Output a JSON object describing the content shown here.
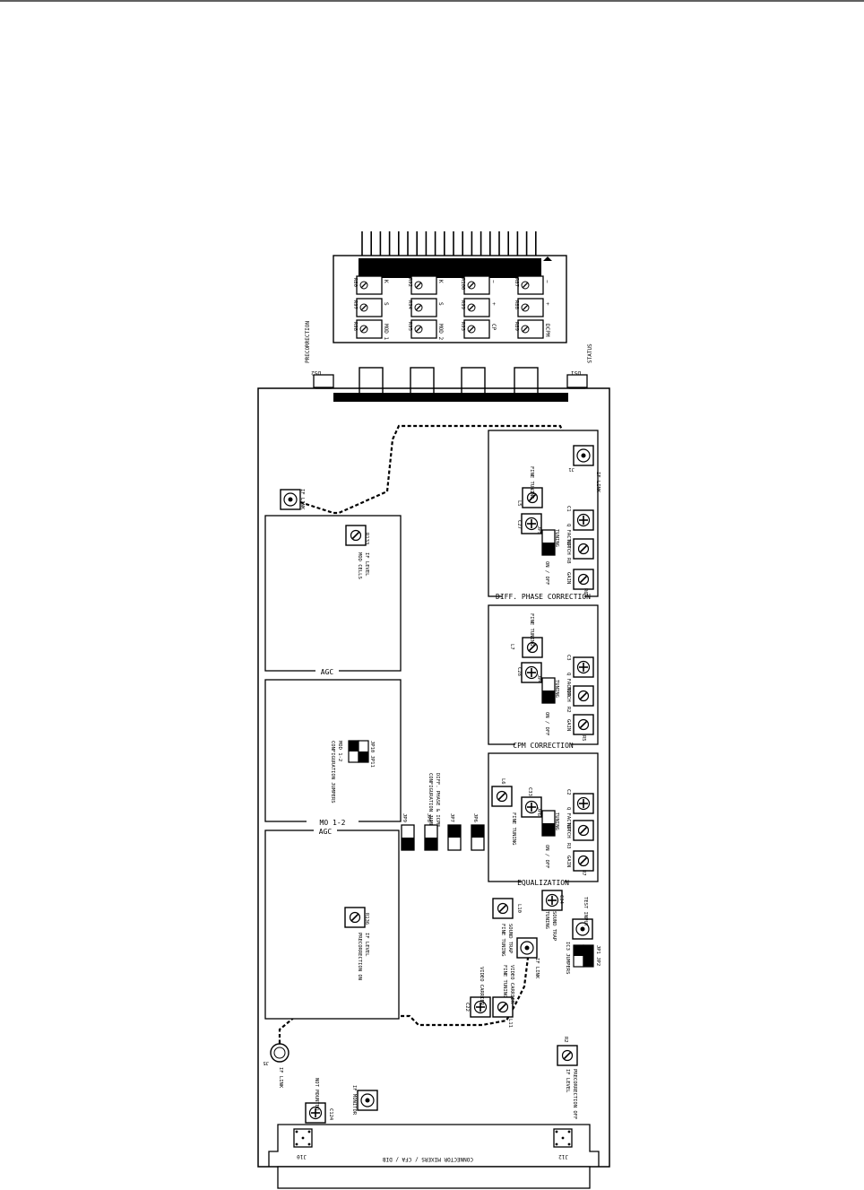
{
  "connector_labels": {
    "r_k1": "R80",
    "r_s1": "R97",
    "r_mod1": "R98",
    "lbl_k1": "K",
    "lbl_s1": "S",
    "lbl_mod1": "MOD 1",
    "r_k2": "R92",
    "r_s2": "R94",
    "r_mod2": "R95",
    "lbl_k2": "K",
    "lbl_s2": "S",
    "lbl_mod2": "MOD 2",
    "r_m3": "R100",
    "r_p3": "R99",
    "r_g3": "R93",
    "lbl_m3": "−",
    "lbl_p3": "+",
    "lbl_g3": "CP",
    "r_m4": "R87",
    "r_p4": "R88",
    "r_g4": "R89",
    "lbl_m4": "−",
    "lbl_p4": "+",
    "lbl_g4": "DCPM"
  },
  "leds": {
    "precorrection": "PRECORRECTION",
    "precorrection_ref": "DS2",
    "status": "STATUS",
    "status_ref": "DS1"
  },
  "sections": {
    "diff_phase": "DIFF. PHASE CORRECTION",
    "cpm": "CPM CORRECTION",
    "equalization": "EQUALIZATION",
    "agc_top": "AGC",
    "mod12": "MO 1-2",
    "agc_bottom": "AGC"
  },
  "diff_phase": {
    "j_ref": "J1",
    "if_link": "IF LINK",
    "l5": "L5",
    "fine_tuning": "FINE TUNING",
    "c1": "C1",
    "q_factor": "Q FACTOR",
    "c27": "C27",
    "tuning": "TUNING",
    "jp5": "JP5",
    "r8": "R8",
    "notch": "NOTCH",
    "on_off": "ON / OFF",
    "r6": "R6",
    "gain": "GAIN"
  },
  "cpm": {
    "l7": "L7",
    "fine_tuning": "FINE TUNING",
    "c3": "C3",
    "q_factor": "Q FACTOR",
    "c28": "C28",
    "tuning": "TUNING",
    "jp4": "JP4",
    "r2": "R2",
    "notch": "NOTCH",
    "on_off": "ON / OFF",
    "r5": "R5",
    "gain": "GAIN"
  },
  "equalization": {
    "l6": "L6",
    "fine_tuning": "FINE TUNING",
    "c2": "C2",
    "q_factor": "Q FACTOR",
    "c33": "C33",
    "tuning": "TUNING",
    "jp6": "JP6",
    "r3": "R3",
    "notch": "NOTCH",
    "on_off": "ON / OFF",
    "r7": "R7",
    "gain": "GAIN"
  },
  "agc_top": {
    "j_ref": "J4",
    "if_link": "IF LINK",
    "r133": "R133",
    "label1": "MOD CELLS",
    "label2": "IF LEVEL"
  },
  "mod12": {
    "jp": "JP10 JP11",
    "label1": "MOD 1-2",
    "label2": "CONFIGURATION JUMPERS"
  },
  "diff_cfg": {
    "label1": "DIFF. PHASE & ICPM",
    "label2": "CONFIGURATION JUMPERS",
    "jp9": "JP9",
    "jp8": "JP8",
    "jp7": "JP7",
    "jp6b": "JP6"
  },
  "agc_bottom": {
    "r136": "R136",
    "label1": "PRECORRECTION ON",
    "label2": "IF LEVEL"
  },
  "bottom_area": {
    "l10": "L10",
    "sound_trap1": "SOUND TRAP",
    "fine_tuning": "FINE TUNING",
    "c34": "C34",
    "sound_trap2": "SOUND TRAP",
    "tuning": "TUNING",
    "test_input": "TEST INPUT",
    "j2": "J2",
    "jp1_jp2": "JP1 JP2",
    "ic_jumpers": "IC3 JUMPERS",
    "j6": "J6",
    "if_link": "IF LINK",
    "c22": "C22",
    "video_carrier": "VIDEO CARRIER",
    "l11": "L11",
    "video_carrier2": "VIDEO CARRIER",
    "fine_tuning2": "FINE TUNING",
    "j5": "J5",
    "if_link2": "IF LINK",
    "r2b": "R2",
    "precorr_off": "PRECORRECTION OFF",
    "if_level": "IF LEVEL",
    "c124": "C124",
    "not_mounted": "NOT MOUNTED",
    "j8": "J8",
    "if_monitor": "IF MONITOR",
    "j10": "J10",
    "j12": "J12",
    "connector_ref": "CONNECTOR MIXERS / CFA / DIB"
  }
}
